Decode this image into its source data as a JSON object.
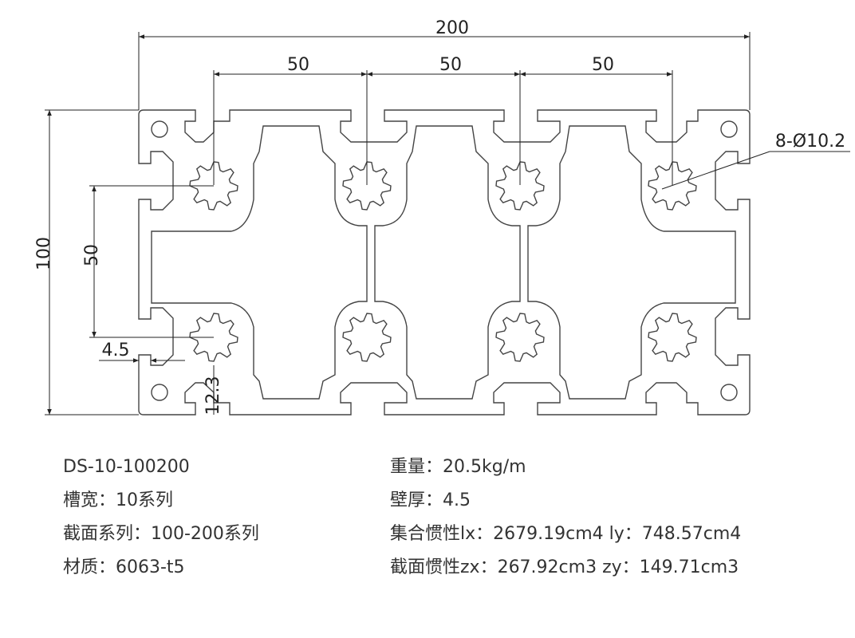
{
  "dimensions": {
    "overall_width": "200",
    "pitch_1": "50",
    "pitch_2": "50",
    "pitch_3": "50",
    "overall_height": "100",
    "vertical_pitch": "50",
    "wall": "4.5",
    "slot_depth": "12.3",
    "holes": "8-Ø10.2"
  },
  "specs_left": [
    "DS-10-100200",
    "槽宽：10系列",
    "截面系列：100-200系列",
    "材质：6063-t5"
  ],
  "specs_right": [
    "重量：20.5kg/m",
    "壁厚：4.5",
    "集合惯性lx：2679.19cm4 ly：748.57cm4",
    "截面惯性zx：267.92cm3 zy：149.71cm3"
  ]
}
